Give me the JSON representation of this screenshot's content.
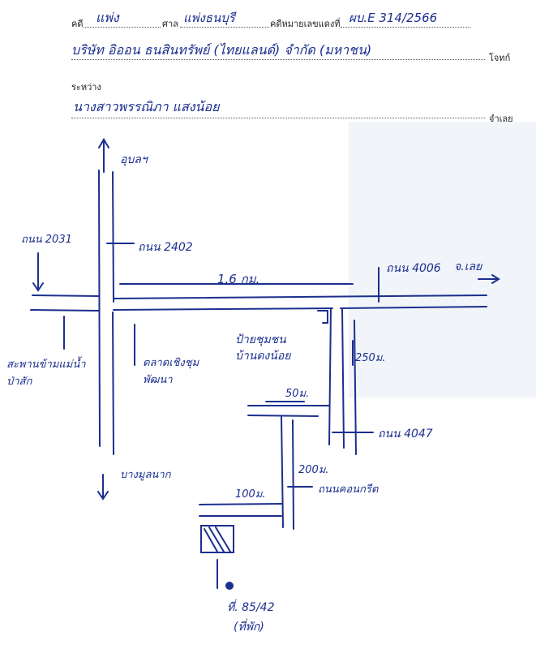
{
  "header": {
    "case_label": "คดี",
    "case_value": "แพ่ง",
    "court_label": "ศาล",
    "court_value": "แพ่งธนบุรี",
    "red_no_label": "คดีหมายเลขแดงที่",
    "red_no_value": "ผบ.E 314/2566",
    "plaintiff_value": "บริษัท อิออน ธนสินทรัพย์ (ไทยแลนด์) จำกัด (มหาชน)",
    "plaintiff_label": "โจทก์",
    "between_label": "ระหว่าง",
    "defendant_value": "นางสาวพรรณิภา แสงน้อย",
    "defendant_label": "จำเลย"
  },
  "map": {
    "north_label": "อุบลฯ",
    "road_2031_label": "ถนน 2031",
    "road_2402_label": "ถนน 2402",
    "distance_label": "1.6 กม.",
    "road_4006_label": "ถนน 4006",
    "direction_label": "จ.เลย",
    "junction_label": "สะพานข้ามแม่น้ำป่าสัก",
    "market_label": "ตลาดเชิงชุมพัฒนา",
    "sign_label_line1": "ป้ายชุมชน",
    "sign_label_line2": "บ้านดงน้อย",
    "dist_50": "50ม.",
    "dist_250": "250ม.",
    "road_4047_label": "ถนน 4047",
    "south_label": "บางมูลนาก",
    "dist_200": "200ม.",
    "dist_100": "100ม.",
    "concrete_road_label": "ถนนคอนกรีต",
    "house_no_label": "ที่. 85/42",
    "house_type_label": "(ที่พัก)"
  },
  "colors": {
    "ink": "#1b2f8f",
    "paper": "#ffffff"
  }
}
